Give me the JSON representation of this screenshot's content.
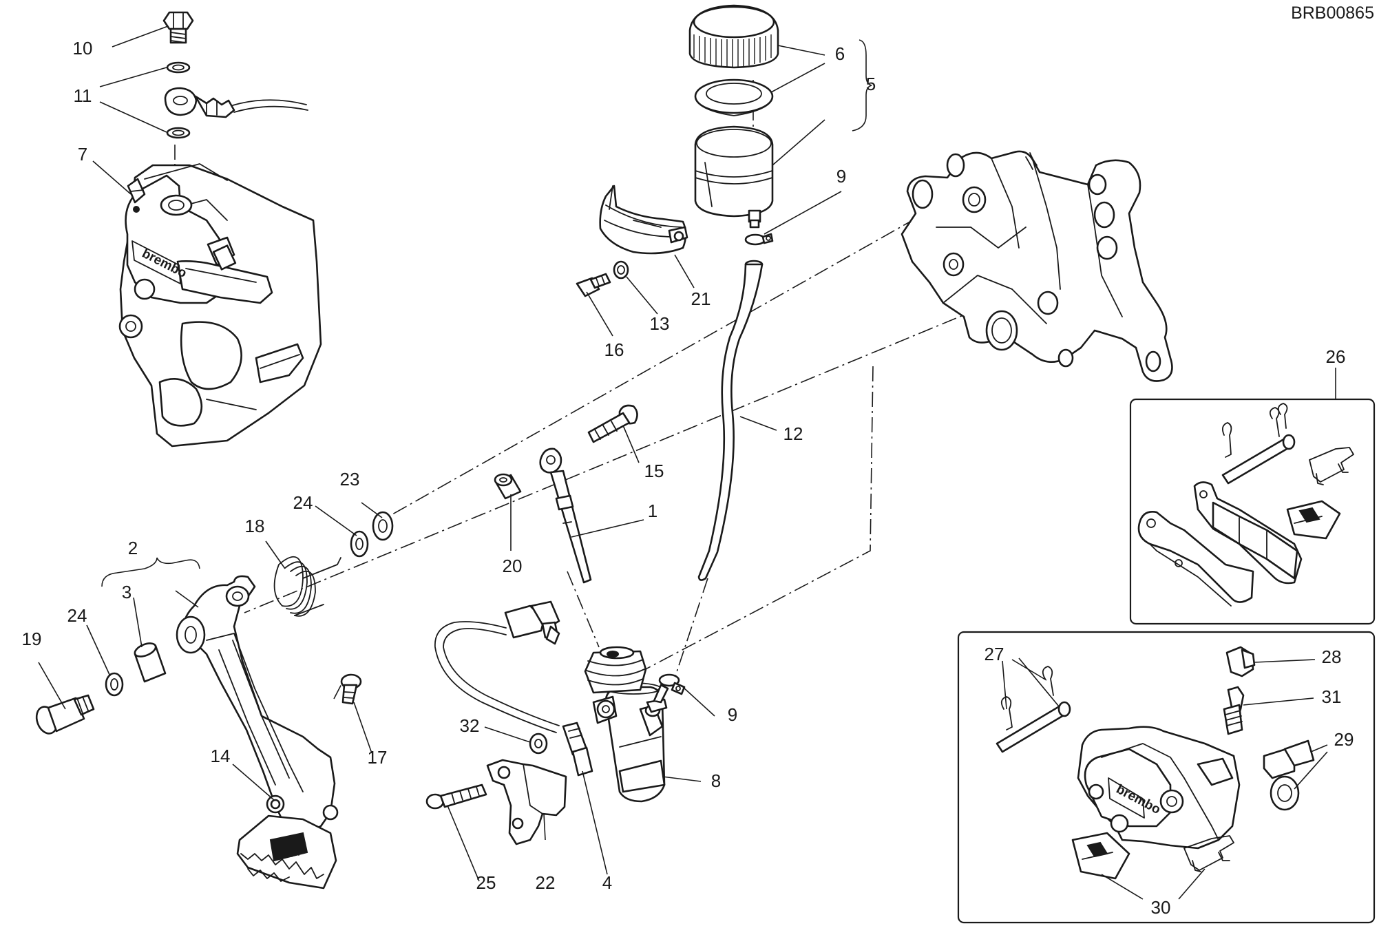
{
  "reference_code": "BRB00865",
  "callouts": [
    "1",
    "2",
    "3",
    "4",
    "5",
    "6",
    "7",
    "8",
    "9",
    "9",
    "10",
    "11",
    "12",
    "13",
    "14",
    "15",
    "16",
    "17",
    "18",
    "19",
    "20",
    "21",
    "22",
    "23",
    "24",
    "24",
    "25",
    "26",
    "27",
    "28",
    "29",
    "30",
    "31",
    "32"
  ],
  "brand_marks": {
    "caliper_logo": "brembo",
    "inset_caliper_logo": "brembo"
  },
  "colors": {
    "line": "#1a1a1a",
    "background": "#ffffff"
  }
}
